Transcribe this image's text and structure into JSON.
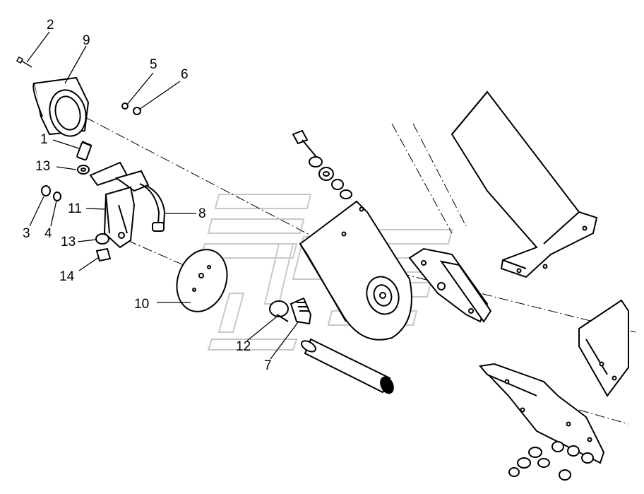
{
  "diagram": {
    "callouts": [
      {
        "id": "c2",
        "label": "2"
      },
      {
        "id": "c9",
        "label": "9"
      },
      {
        "id": "c5",
        "label": "5"
      },
      {
        "id": "c6",
        "label": "6"
      },
      {
        "id": "c1",
        "label": "1"
      },
      {
        "id": "c13a",
        "label": "13"
      },
      {
        "id": "c3",
        "label": "3"
      },
      {
        "id": "c4",
        "label": "4"
      },
      {
        "id": "c11",
        "label": "11"
      },
      {
        "id": "c8",
        "label": "8"
      },
      {
        "id": "c13b",
        "label": "13"
      },
      {
        "id": "c14",
        "label": "14"
      },
      {
        "id": "c10",
        "label": "10"
      },
      {
        "id": "c12",
        "label": "12"
      },
      {
        "id": "c7",
        "label": "7"
      }
    ],
    "colors": {
      "line": "#000000",
      "background": "#ffffff",
      "watermark": "#c8c8c8"
    }
  }
}
